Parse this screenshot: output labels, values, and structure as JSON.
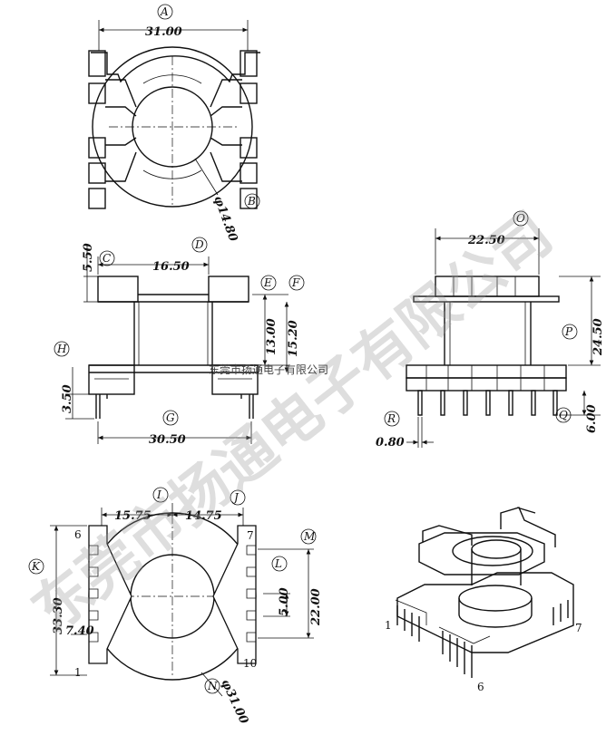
{
  "dimensions": {
    "top_width": "31.00",
    "top_diameter": "φ14.80",
    "front_window": "16.50",
    "front_top_h": "5.50",
    "front_h1": "13.00",
    "front_h2": "15.20",
    "front_pin_len": "3.50",
    "front_base": "30.50",
    "side_width": "22.50",
    "side_height": "24.50",
    "side_pin_len": "6.00",
    "side_pin_dia": "0.80",
    "bottom_left": "15.75",
    "bottom_right": "14.75",
    "bottom_span": "33.30",
    "bottom_pitch": "7.40",
    "bottom_pin_gap": "5.00",
    "bottom_height": "22.00",
    "bottom_diameter": "φ31.00"
  },
  "callouts": {
    "A": "A",
    "B": "B",
    "C": "C",
    "D": "D",
    "E": "E",
    "F": "F",
    "G": "G",
    "H": "H",
    "I": "I",
    "J": "J",
    "K": "K",
    "L": "L",
    "M": "M",
    "N": "N",
    "O": "O",
    "P": "P",
    "Q": "Q",
    "R": "R"
  },
  "pins": {
    "p6_top_left": "6",
    "p1_bottom_left": "1",
    "p7_top_right": "7",
    "p10_bottom_right": "10",
    "iso_1": "1",
    "iso_6": "6",
    "iso_7": "7"
  },
  "watermark": {
    "large": "东莞市扬通电子有限公司",
    "small": "东莞市扬通电子有限公司"
  }
}
